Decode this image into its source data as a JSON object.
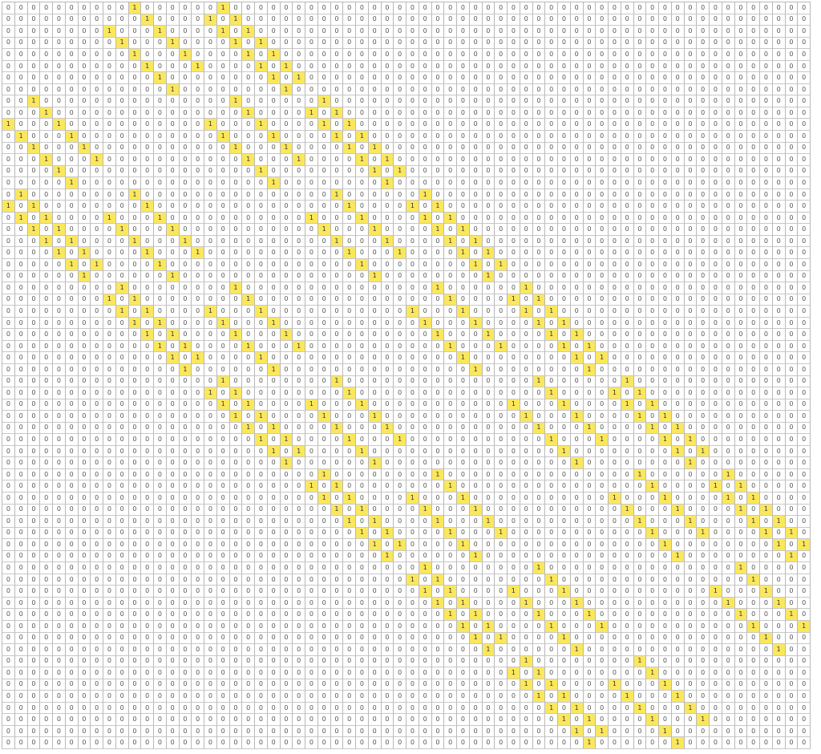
{
  "grid": {
    "cols": 64,
    "rows_count": 64,
    "on_value": "1",
    "off_value": "0",
    "highlight_color": "#fbe75c",
    "ones_by_row": [
      [
        10,
        17
      ],
      [
        11,
        16,
        18
      ],
      [
        8,
        12,
        17,
        19
      ],
      [
        9,
        13,
        18,
        20
      ],
      [
        10,
        14,
        19,
        21
      ],
      [
        11,
        15,
        20,
        22
      ],
      [
        12,
        21,
        23
      ],
      [
        13,
        22
      ],
      [
        2,
        18,
        25
      ],
      [
        3,
        19,
        24,
        26
      ],
      [
        0,
        4,
        16,
        20,
        25,
        27
      ],
      [
        1,
        5,
        17,
        21,
        26,
        28
      ],
      [
        2,
        6,
        18,
        22,
        27,
        29
      ],
      [
        3,
        7,
        19,
        23,
        28,
        30
      ],
      [
        4,
        20,
        29,
        31
      ],
      [
        5,
        21,
        30
      ],
      [
        1,
        10,
        26,
        33
      ],
      [
        0,
        2,
        11,
        27,
        32,
        34
      ],
      [
        1,
        3,
        8,
        12,
        24,
        28,
        33,
        35
      ],
      [
        2,
        4,
        9,
        13,
        25,
        29,
        34,
        36
      ],
      [
        3,
        5,
        10,
        14,
        26,
        30,
        35,
        37
      ],
      [
        4,
        6,
        11,
        15,
        27,
        31,
        36,
        38
      ],
      [
        5,
        7,
        12,
        28,
        37,
        39
      ],
      [
        6,
        13,
        29,
        38
      ],
      [
        9,
        18,
        34,
        41
      ],
      [
        8,
        10,
        19,
        35,
        40,
        42
      ],
      [
        9,
        11,
        16,
        20,
        32,
        36,
        41,
        43
      ],
      [
        10,
        12,
        17,
        21,
        33,
        37,
        42,
        44
      ],
      [
        11,
        13,
        18,
        22,
        34,
        38,
        43,
        45
      ],
      [
        12,
        14,
        19,
        23,
        35,
        39,
        44,
        46
      ],
      [
        13,
        15,
        20,
        36,
        45,
        47
      ],
      [
        14,
        21,
        37,
        46
      ],
      [
        17,
        26,
        42,
        49
      ],
      [
        16,
        18,
        27,
        43,
        48,
        50
      ],
      [
        17,
        19,
        24,
        28,
        40,
        44,
        49,
        51
      ],
      [
        18,
        20,
        25,
        29,
        41,
        45,
        50,
        52
      ],
      [
        19,
        21,
        26,
        30,
        42,
        46,
        51,
        53
      ],
      [
        20,
        22,
        27,
        31,
        43,
        47,
        52,
        54
      ],
      [
        21,
        23,
        28,
        44,
        53,
        55
      ],
      [
        22,
        29,
        45,
        54
      ],
      [
        25,
        34,
        50,
        57
      ],
      [
        24,
        26,
        35,
        51,
        56,
        58
      ],
      [
        25,
        27,
        32,
        36,
        48,
        52,
        57,
        59
      ],
      [
        26,
        28,
        33,
        37,
        49,
        53,
        58,
        60
      ],
      [
        27,
        29,
        34,
        38,
        50,
        54,
        59,
        61
      ],
      [
        28,
        30,
        35,
        39,
        51,
        55,
        60,
        62
      ],
      [
        29,
        31,
        36,
        52,
        61,
        63
      ],
      [
        30,
        37,
        53,
        62
      ],
      [
        33,
        42,
        58
      ],
      [
        32,
        34,
        43,
        59
      ],
      [
        33,
        35,
        40,
        44,
        56,
        60
      ],
      [
        34,
        36,
        41,
        45,
        57,
        61
      ],
      [
        35,
        37,
        42,
        46,
        58,
        62
      ],
      [
        36,
        38,
        43,
        47,
        59,
        63
      ],
      [
        37,
        39,
        44,
        60
      ],
      [
        38,
        45,
        61
      ],
      [
        41,
        50
      ],
      [
        40,
        42,
        51
      ],
      [
        41,
        43,
        48,
        52
      ],
      [
        42,
        44,
        49,
        53
      ],
      [
        43,
        45,
        50,
        54
      ],
      [
        44,
        46,
        51,
        55
      ],
      [
        45,
        47,
        52
      ],
      [
        46,
        53
      ]
    ]
  }
}
